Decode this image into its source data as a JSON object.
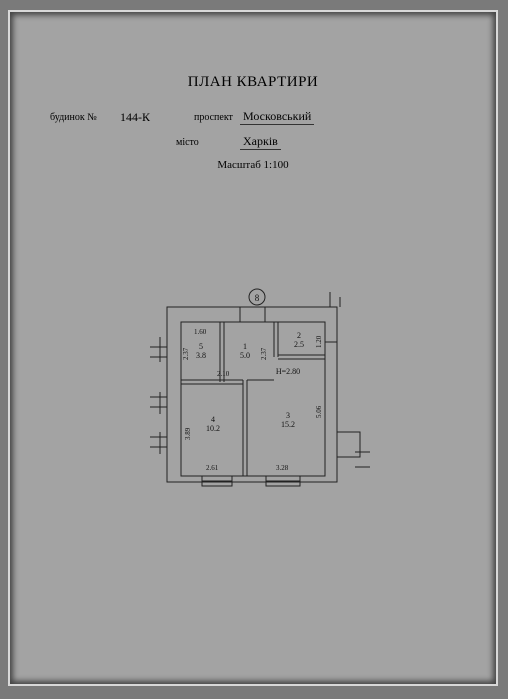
{
  "document": {
    "title": "ПЛАН КВАРТИРИ",
    "building_label": "будинок №",
    "building_number": "144-К",
    "street_type": "проспект",
    "street_name": "Московський",
    "city_label": "місто",
    "city": "Харків",
    "scale": "Масштаб 1:100"
  },
  "plan": {
    "axis_marker": "8",
    "height_label": "Н=2.80",
    "rooms": [
      {
        "id": "5",
        "area": "3.8"
      },
      {
        "id": "1",
        "area": "5.0"
      },
      {
        "id": "2",
        "area": "2.5"
      },
      {
        "id": "4",
        "area": "10.2"
      },
      {
        "id": "3",
        "area": "15.2"
      }
    ],
    "dimensions": {
      "d_1_60": "1.60",
      "d_2_37a": "2.37",
      "d_2_37b": "2.37",
      "d_1_20": "1.20",
      "d_2_10": "2.10",
      "d_3_89": "3.89",
      "d_5_06": "5.06",
      "d_2_61": "2.61",
      "d_3_28": "3.28"
    }
  }
}
